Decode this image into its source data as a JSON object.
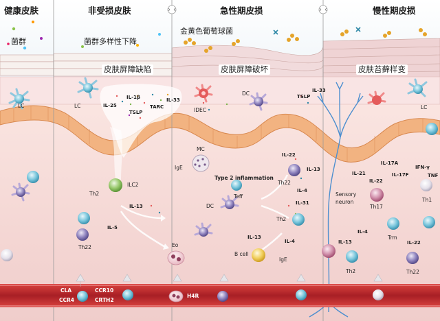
{
  "stages": {
    "healthy": "健康皮肤",
    "nonlesional": "非受损皮肤",
    "acute": "急性期皮损",
    "chronic": "慢性期皮损"
  },
  "surface": {
    "microbiota": "菌群",
    "diversity_drop": "菌群多样性下降",
    "s_aureus": "金黄色葡萄球菌"
  },
  "barrier": {
    "defect": "皮肤屏障缺陷",
    "disruption": "皮肤屏障破坏",
    "lichenification": "皮肤苔藓样变"
  },
  "labels": {
    "lc_left": "LC",
    "lc_right": "LC",
    "il25": "IL-25",
    "il1b": "IL-1β",
    "tslp_1": "TSLP",
    "tarc": "TARC",
    "il33_1": "IL-33",
    "idec": "IDEC",
    "dc_top": "DC",
    "tslp_2": "TSLP",
    "il33_2": "IL-33",
    "mc": "MC",
    "ige_1": "IgE",
    "ilc2": "ILC2",
    "th2_1": "Th2",
    "il13_1": "IL-13",
    "il5": "IL-5",
    "th22_1": "Th22",
    "type2": "Type 2 inflammation",
    "teff": "Teff",
    "dc_mid": "DC",
    "il22_1": "IL-22",
    "th22_2": "Th22",
    "il13_2": "IL-13",
    "il4_1": "IL-4",
    "il31": "IL-31",
    "th2_2": "Th2",
    "il13_3": "IL-13",
    "il4_2": "IL-4",
    "bcell": "B cell",
    "ige_2": "IgE",
    "eo": "Eo",
    "sensory_1": "Sensory",
    "sensory_2": "neuron",
    "il21": "IL-21",
    "il17a": "IL-17A",
    "ifng": "IFN-γ",
    "il22_2": "IL-22",
    "il17f": "IL-17F",
    "tnf": "TNF",
    "th17": "Th17",
    "th1": "Th1",
    "il13_4": "IL-13",
    "il4_3": "IL-4",
    "trm": "Trm",
    "il22_3": "IL-22",
    "th2_3": "Th2",
    "th22_3": "Th22"
  },
  "vessel": {
    "cla": "CLA",
    "ccr4": "CCR4",
    "ccr10": "CCR10",
    "crth2": "CRTH2",
    "h4r": "H4R"
  },
  "colors": {
    "epidermis": "#f2b381",
    "dermis": "#f3d5d3",
    "vessel": "#b2282b",
    "lymphocyte": "#3d9bb8",
    "th22": "#5c4f8e",
    "ilc2": "#7bb34a",
    "bcell": "#e2b53a",
    "th17": "#b45c7c",
    "divider": "#aaaaaa"
  }
}
